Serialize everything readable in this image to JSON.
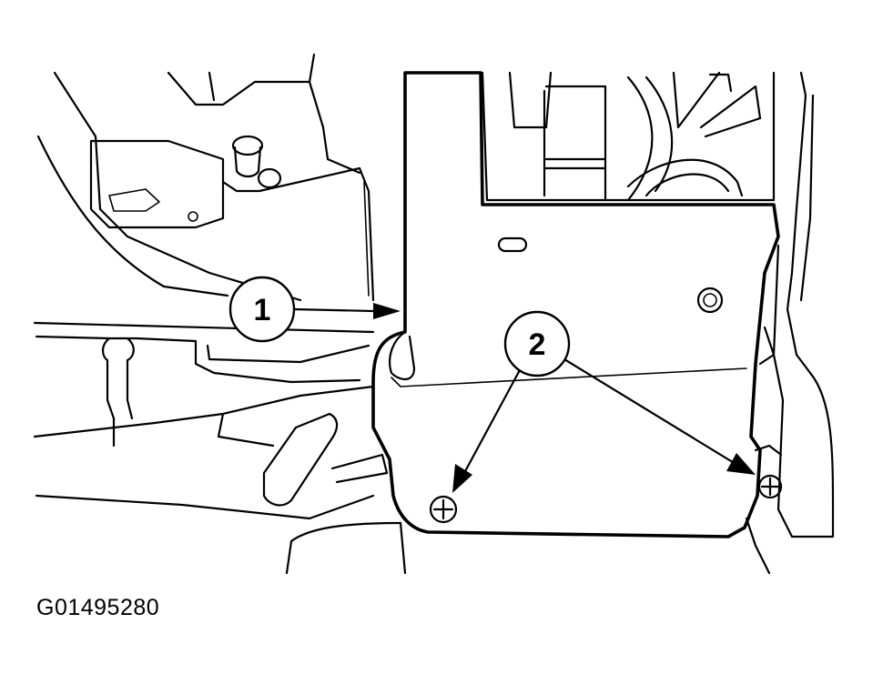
{
  "figure": {
    "id_label": "G01495280"
  },
  "callouts": [
    {
      "label": "1"
    },
    {
      "label": "2"
    }
  ]
}
